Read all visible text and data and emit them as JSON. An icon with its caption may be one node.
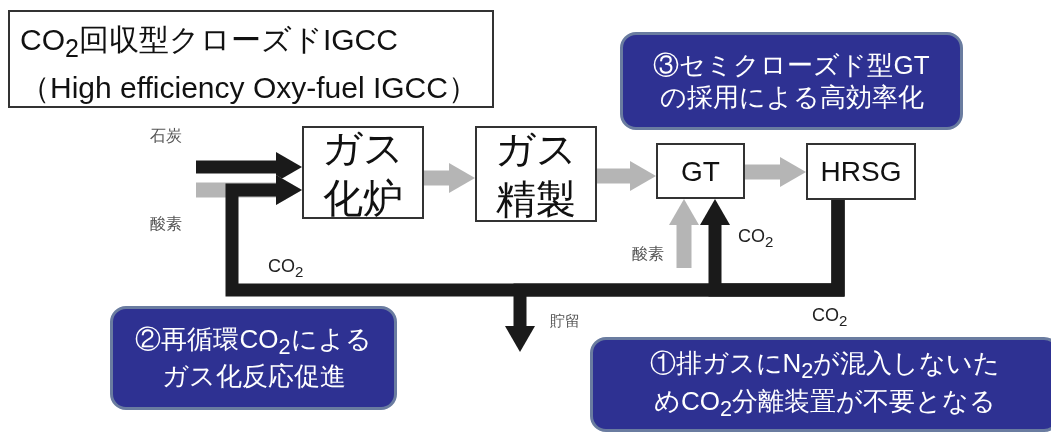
{
  "diagram": {
    "nodes": [
      {
        "text": [
          "CO$_{2}$回収型クローズドIGCC",
          "（High efficiency Oxy-fuel IGCC）"
        ]
      },
      {
        "text": [
          "③セミクローズド型GTの採用による高効率化"
        ]
      },
      {
        "text": [
          "石炭"
        ]
      },
      {
        "text": [
          "酸素"
        ]
      },
      {
        "text": [
          "ガス化炉"
        ]
      },
      {
        "text": [
          "ガス精製"
        ]
      },
      {
        "text": [
          "GT"
        ]
      },
      {
        "text": [
          "HRSG"
        ]
      },
      {
        "text": [
          "酸素"
        ]
      },
      {
        "text": [
          "②再循環CO$_{2}$によるガス化反応促進"
        ]
      },
      {
        "text": [
          "①排ガスにN$_{2}$が混入しないためCO$_{2}$分離装置が不要となる"
        ],
        "beside": [
          "CO$_{2}$"
        ]
      }
    ],
    "edges": [
      {
        "from": 2,
        "to": 4,
        "arrow": "to",
        "color": "#1a1a1a"
      },
      {
        "from": 3,
        "to": 4,
        "arrow": "to"
      },
      {
        "from": 4,
        "to": 5,
        "arrow": "to"
      },
      {
        "from": 5,
        "to": 6,
        "arrow": "to"
      },
      {
        "from": 6,
        "to": 7,
        "arrow": "to"
      },
      {
        "from": 8,
        "to": 6,
        "arrow": "to"
      },
      {
        "from": 7,
        "to": 6,
        "arrow": "to",
        "color": "#1a1a1a",
        "label": "CO$_{2}$"
      },
      {
        "from": 7,
        "to": 4,
        "arrow": "to",
        "color": "#1a1a1a",
        "label": "CO$_{2}$"
      },
      {
        "from": 7,
        "to": null,
        "arrow": "to",
        "color": "#1a1a1a",
        "label": "貯留"
      }
    ]
  }
}
